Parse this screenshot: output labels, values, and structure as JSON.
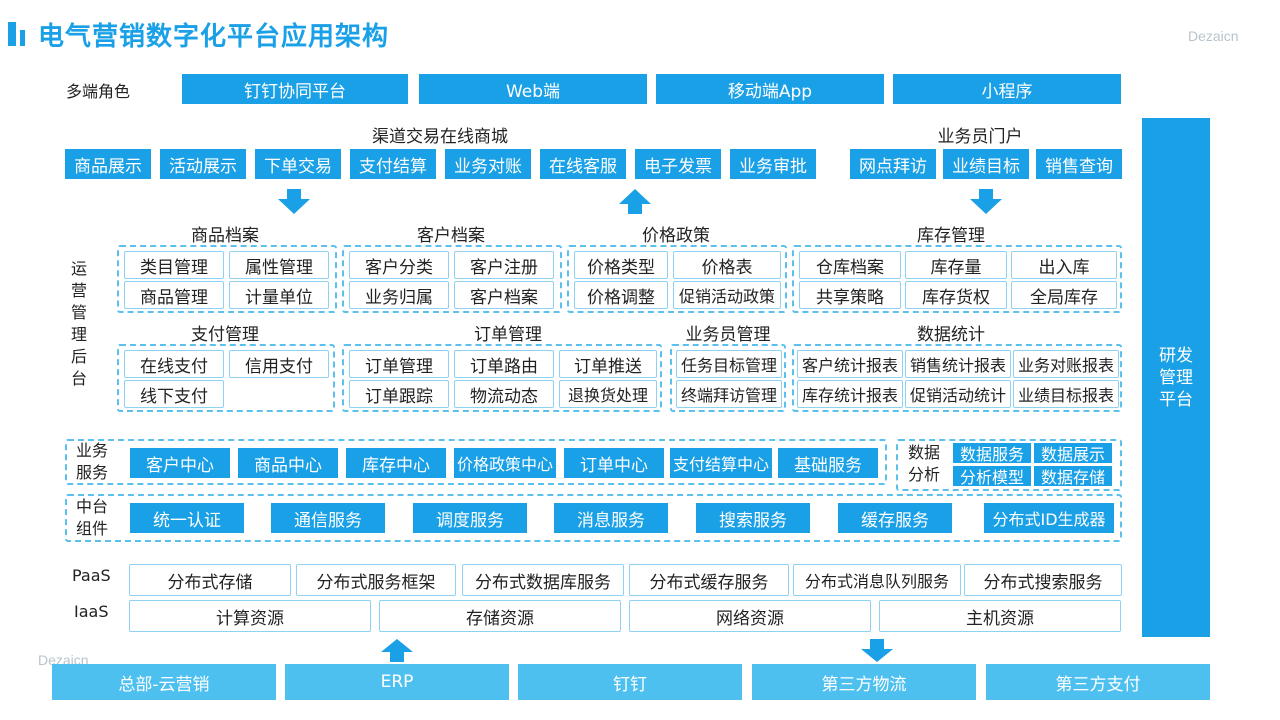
{
  "title": "电气营销数字化平台应用架构",
  "brand_top": "Dezaicn",
  "brand_bottom": "Dezaicn",
  "colors": {
    "primary": "#1aa0e6",
    "light": "#4ec0f0",
    "border": "#8fd1f2"
  },
  "row_terminals": {
    "label": "多端角色",
    "items": [
      "钉钉协同平台",
      "Web端",
      "移动端App",
      "小程序"
    ]
  },
  "channel": {
    "title": "渠道交易在线商城",
    "items": [
      "商品展示",
      "活动展示",
      "下单交易",
      "支付结算",
      "业务对账",
      "在线客服",
      "电子发票",
      "业务审批"
    ]
  },
  "salesman_portal": {
    "title": "业务员门户",
    "items": [
      "网点拜访",
      "业绩目标",
      "销售查询"
    ]
  },
  "ops_label": "运营管理后台",
  "rd_platform": "研发管理平台",
  "modules": {
    "product": {
      "title": "商品档案",
      "items": [
        "类目管理",
        "属性管理",
        "商品管理",
        "计量单位"
      ]
    },
    "customer": {
      "title": "客户档案",
      "items": [
        "客户分类",
        "客户注册",
        "业务归属",
        "客户档案"
      ]
    },
    "price": {
      "title": "价格政策",
      "items": [
        "价格类型",
        "价格表",
        "价格调整",
        "促销活动政策"
      ]
    },
    "inventory": {
      "title": "库存管理",
      "items": [
        "仓库档案",
        "库存量",
        "出入库",
        "共享策略",
        "库存货权",
        "全局库存"
      ]
    },
    "payment": {
      "title": "支付管理",
      "items": [
        "在线支付",
        "信用支付",
        "线下支付"
      ]
    },
    "order": {
      "title": "订单管理",
      "items": [
        "订单管理",
        "订单路由",
        "订单推送",
        "订单跟踪",
        "物流动态",
        "退换货处理"
      ]
    },
    "salesman": {
      "title": "业务员管理",
      "items": [
        "任务目标管理",
        "终端拜访管理"
      ]
    },
    "stats": {
      "title": "数据统计",
      "items": [
        "客户统计报表",
        "销售统计报表",
        "业务对账报表",
        "库存统计报表",
        "促销活动统计",
        "业绩目标报表"
      ]
    }
  },
  "biz_services": {
    "label": "业务服务",
    "items": [
      "客户中心",
      "商品中心",
      "库存中心",
      "价格政策中心",
      "订单中心",
      "支付结算中心",
      "基础服务"
    ]
  },
  "data_analysis": {
    "label": "数据分析",
    "items": [
      "数据服务",
      "数据展示",
      "分析模型",
      "数据存储"
    ]
  },
  "middle_components": {
    "label": "中台组件",
    "items": [
      "统一认证",
      "通信服务",
      "调度服务",
      "消息服务",
      "搜索服务",
      "缓存服务",
      "分布式ID生成器"
    ]
  },
  "paas": {
    "label": "PaaS",
    "items": [
      "分布式存储",
      "分布式服务框架",
      "分布式数据库服务",
      "分布式缓存服务",
      "分布式消息队列服务",
      "分布式搜索服务"
    ]
  },
  "iaas": {
    "label": "IaaS",
    "items": [
      "计算资源",
      "存储资源",
      "网络资源",
      "主机资源"
    ]
  },
  "external": {
    "items": [
      "总部-云营销",
      "ERP",
      "钉钉",
      "第三方物流",
      "第三方支付"
    ]
  }
}
